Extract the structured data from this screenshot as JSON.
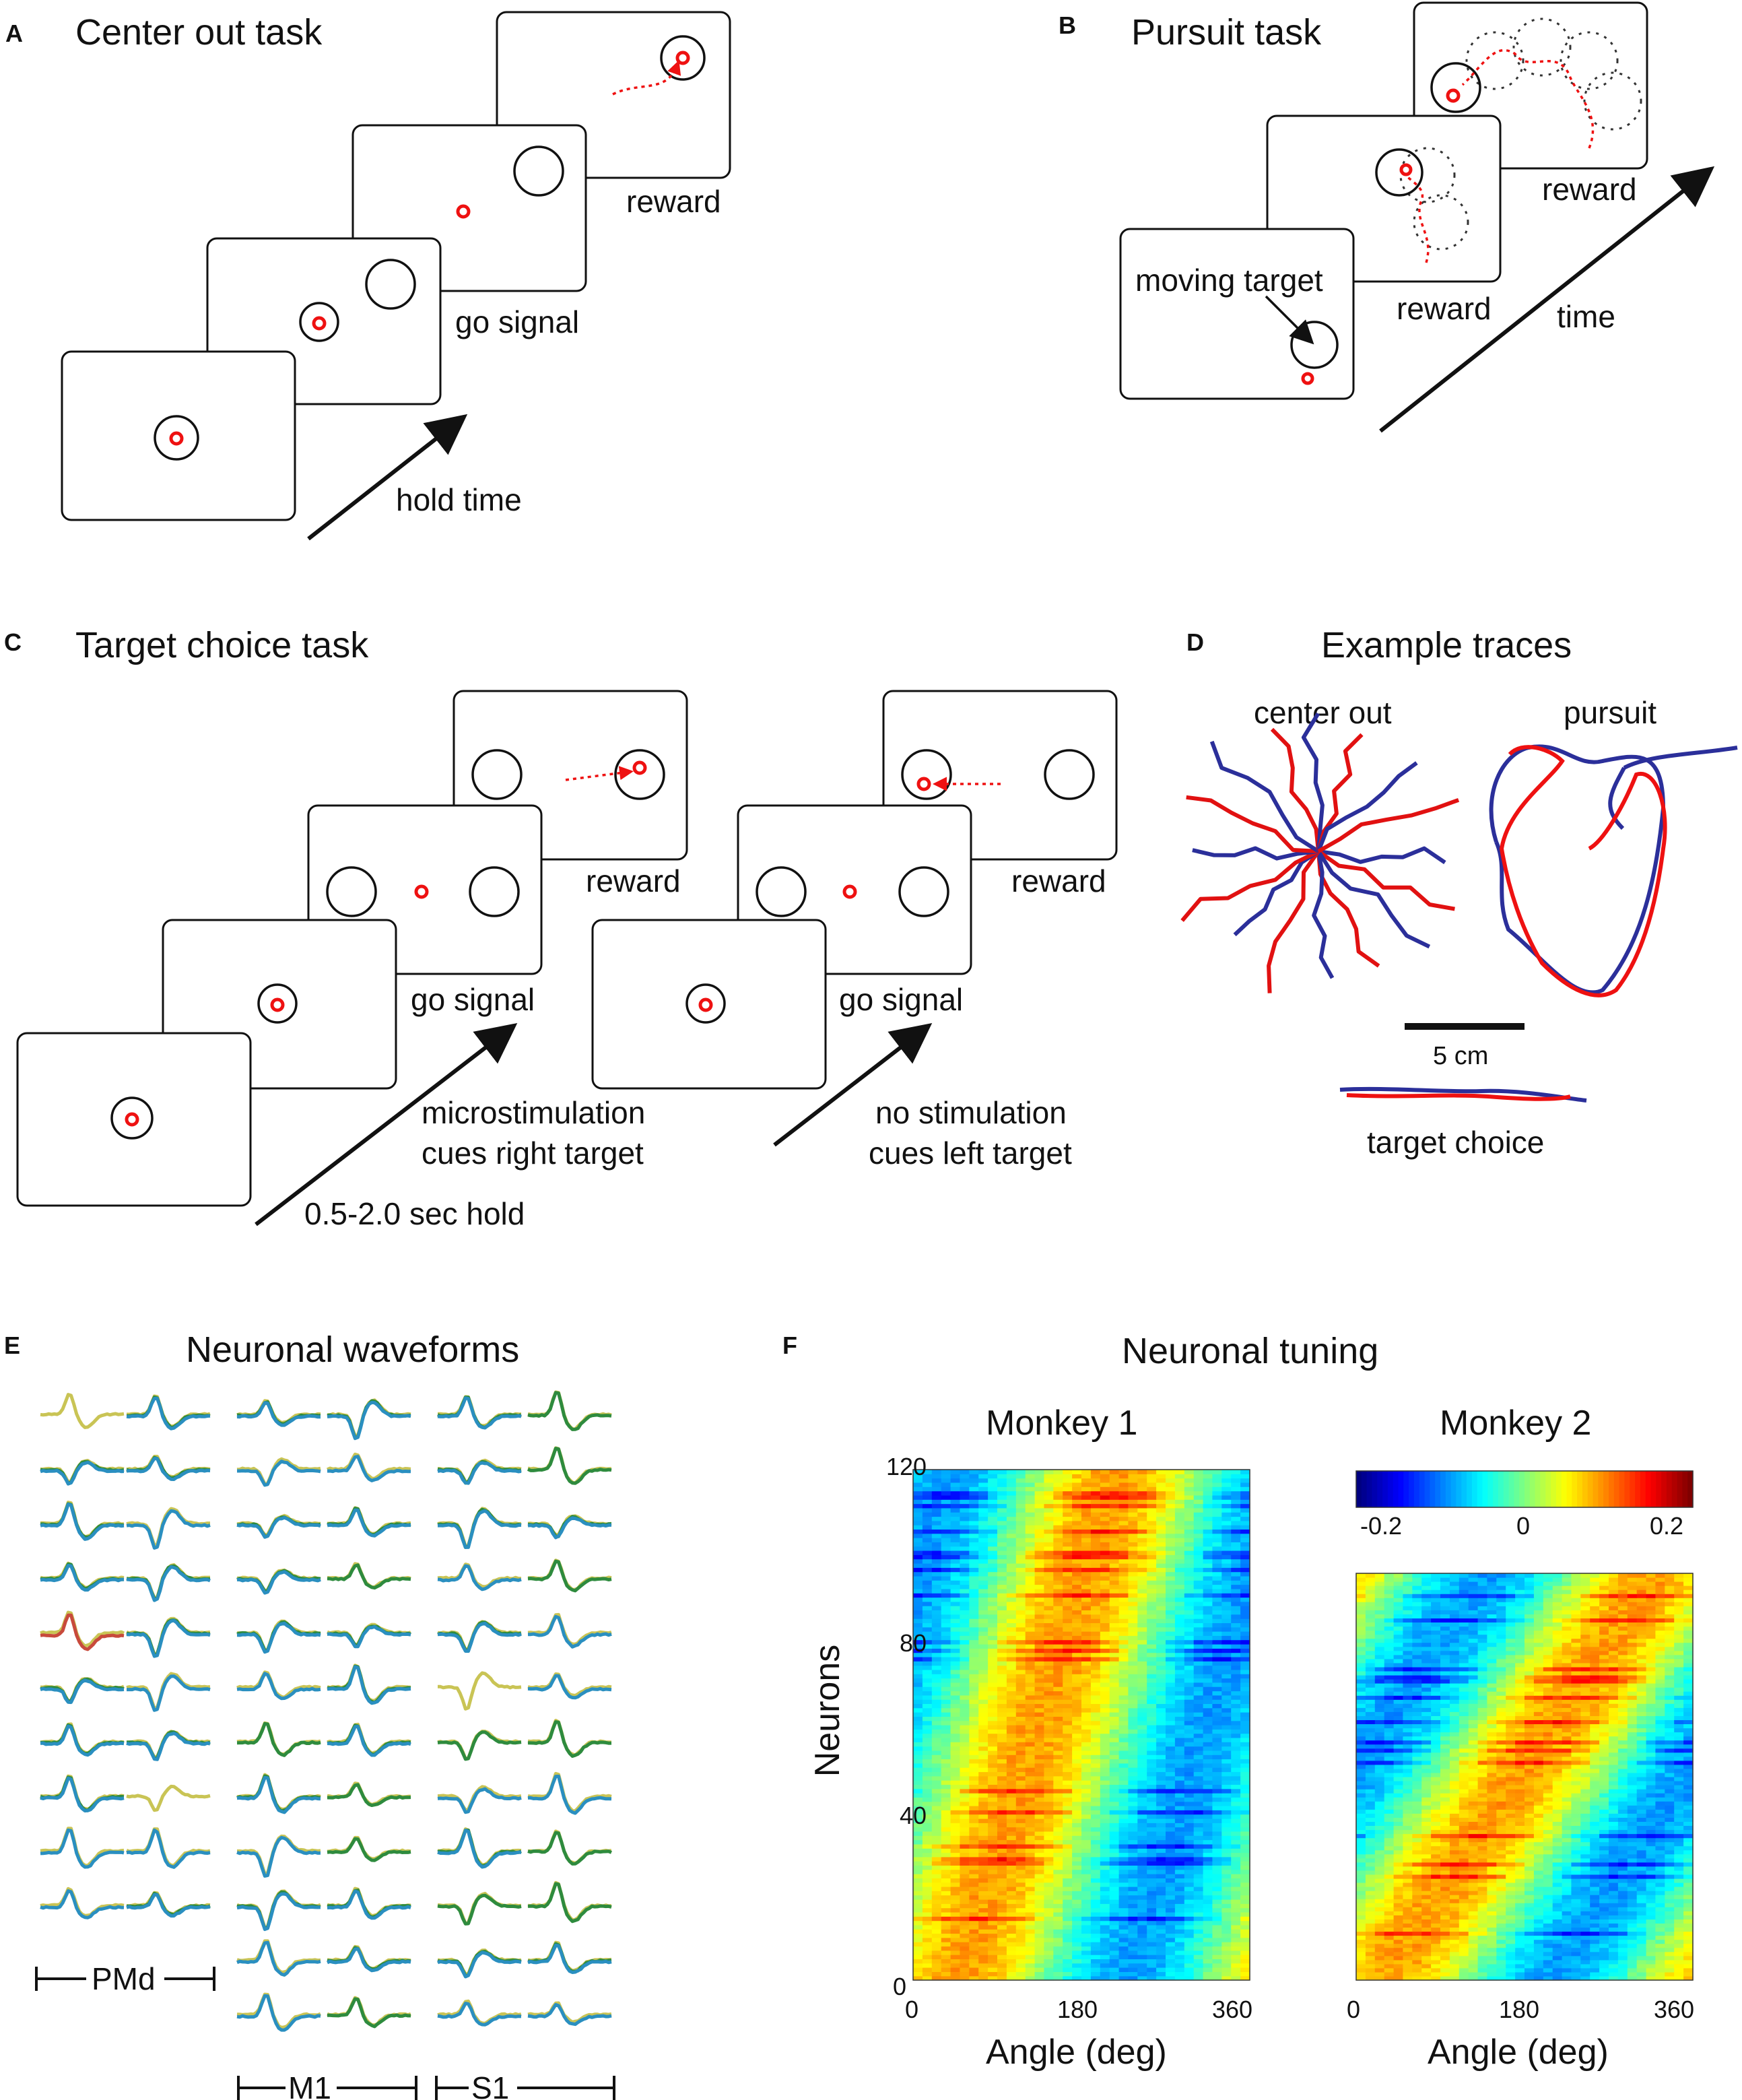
{
  "panels": {
    "A": {
      "letter": "A",
      "title": "Center out task",
      "labels": [
        "reward",
        "go signal",
        "hold time"
      ]
    },
    "B": {
      "letter": "B",
      "title": "Pursuit task",
      "labels": [
        "reward",
        "reward",
        "moving target",
        "time"
      ]
    },
    "C": {
      "letter": "C",
      "title": "Target choice task",
      "labels": [
        "reward",
        "go signal",
        "reward",
        "go signal",
        "microstimulation",
        "cues right target",
        "no stimulation",
        "cues left target",
        "0.5-2.0 sec hold"
      ]
    },
    "D": {
      "letter": "D",
      "title": "Example traces",
      "labels": [
        "center out",
        "pursuit",
        "5 cm",
        "target choice"
      ]
    },
    "E": {
      "letter": "E",
      "title": "Neuronal waveforms",
      "groups": [
        "PMd",
        "M1",
        "S1"
      ]
    },
    "F": {
      "letter": "F",
      "title": "Neuronal tuning"
    }
  },
  "colors": {
    "red": "#e11111",
    "blue": "#2b2f9a",
    "wf_teal": "#2a8fc0",
    "wf_green": "#2e8b3e",
    "wf_yellow": "#c9c455",
    "wf_red": "#c84a3c"
  },
  "chart_data": [
    {
      "type": "heatmap",
      "title": "Monkey 1",
      "xlabel": "Angle (deg)",
      "ylabel": "Neurons",
      "xlim": [
        0,
        360
      ],
      "ylim": [
        0,
        120
      ],
      "xticks": [
        "0",
        "180",
        "360"
      ],
      "yticks": [
        "0",
        "40",
        "80",
        "120"
      ],
      "colormap": "jet",
      "clim": [
        -0.25,
        0.25
      ],
      "n_neurons": 120,
      "preferred_direction_trend": "increases from ~50 deg at low neuron index to ~220 deg at high index"
    },
    {
      "type": "heatmap",
      "title": "Monkey 2",
      "xlabel": "Angle (deg)",
      "xlim": [
        0,
        360
      ],
      "ylim": [
        0,
        100
      ],
      "xticks": [
        "0",
        "180",
        "360"
      ],
      "colormap": "jet",
      "clim": [
        -0.25,
        0.25
      ],
      "colorbar_ticks": [
        "-0.2",
        "0",
        "0.2"
      ],
      "preferred_direction_trend": "increases from ~30 deg at low neuron index to ~320 deg at high index"
    }
  ]
}
